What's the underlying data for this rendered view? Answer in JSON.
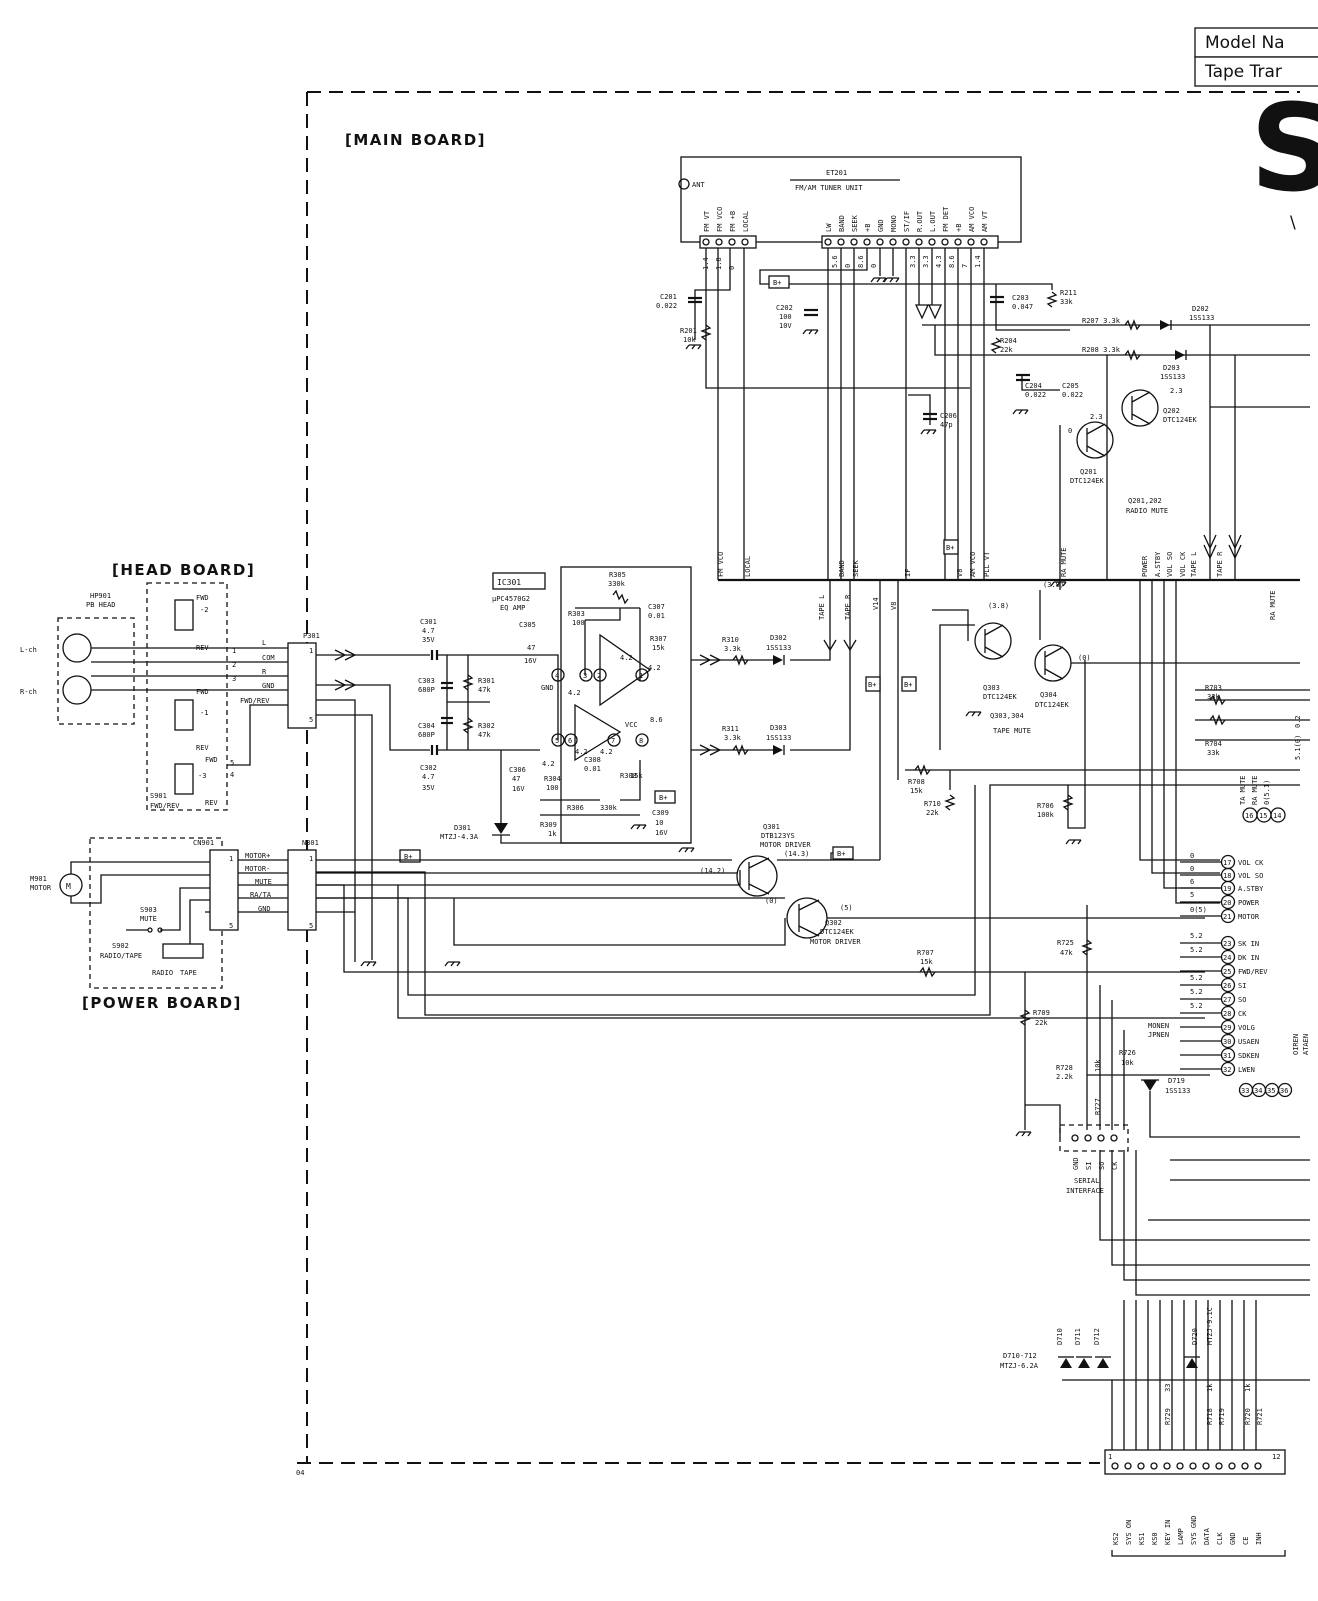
{
  "header": {
    "model_label": "Model Na",
    "mechanism_label": "Tape Trar",
    "big_letter": "S"
  },
  "boards": {
    "main": "[MAIN BOARD]",
    "head": "[HEAD BOARD]",
    "power": "[POWER BOARD]"
  },
  "page_corner": "04",
  "tuner": {
    "ref": "ET201",
    "name": "FM/AM TUNER UNIT",
    "ant": "ANT",
    "pins_left": [
      "FM VT",
      "FM VCO",
      "FM +B",
      "LOCAL"
    ],
    "pins_right": [
      "LW",
      "BAND",
      "SEEK",
      "+B",
      "GND",
      "MONO",
      "ST/IF",
      "R.OUT",
      "L.OUT",
      "FM DET",
      "+B",
      "AM VCO",
      "AM VT"
    ],
    "volt_left": [
      "1.4",
      "1.8",
      "0"
    ],
    "volt_right": [
      "5.6",
      "0",
      "8.6",
      "0",
      "3.3",
      "3.3",
      "4.3",
      "8.6",
      "7",
      "1.4"
    ]
  },
  "ic301": {
    "ref": "IC301",
    "part": "μPC4570G2",
    "function": "EQ AMP",
    "gnd": "GND",
    "vcc": "VCC",
    "pins": [
      "4",
      "3",
      "2",
      "1",
      "5",
      "6",
      "7",
      "8"
    ],
    "volt": [
      "4.2",
      "4.2",
      "4.2",
      "4.2",
      "4.2",
      "4.2",
      "8.6"
    ]
  },
  "components": {
    "c201": "C201",
    "c201v": "0.022",
    "r201": "R201",
    "r201v": "10k",
    "c202": "C202",
    "c202v": "100",
    "c202v2": "10V",
    "c203": "C203",
    "c203v": "0.047",
    "r211": "R211",
    "r211v": "33k",
    "r207": "R207 3.3k",
    "r208": "R208 3.3k",
    "r204": "R204",
    "r204v": "22k",
    "c204": "C204",
    "c204v": "0.022",
    "c205": "C205",
    "c205v": "0.022",
    "c206": "C206",
    "c206v": "47p",
    "d202": "D202",
    "d202v": "1SS133",
    "d203": "D203",
    "d203v": "1SS133",
    "q202": "Q202",
    "q202v": "DTC124EK",
    "q201": "Q201",
    "q201v": "DTC124EK",
    "q201_202": "Q201,202",
    "radio_mute": "RADIO MUTE",
    "v23a": "2.3",
    "v23b": "2.3",
    "v0": "0",
    "c301": "C301",
    "c301v": "4.7",
    "c301v2": "35V",
    "c302": "C302",
    "c302v": "4.7",
    "c302v2": "35V",
    "c303": "C303",
    "c303v": "680P",
    "c304": "C304",
    "c304v": "680P",
    "r301": "R301",
    "r301v": "47k",
    "r302": "R302",
    "r302v": "47k",
    "r305": "R305",
    "r305v": "330k",
    "r303": "R303",
    "r303v": "100",
    "c305": "C305",
    "c305v": "47",
    "c305v2": "16V",
    "c307": "C307",
    "c307v": "0.01",
    "r307": "R307",
    "r307v": "15k",
    "c306": "C306",
    "c306v": "47",
    "c306v2": "16V",
    "r304": "R304",
    "r304v": "100",
    "c308": "C308",
    "c308v": "0.01",
    "r306": "R306",
    "r306v": "330k",
    "r308": "R308",
    "r308v": "15k",
    "r309": "R309",
    "r309v": "1k",
    "c309": "C309",
    "c309v": "10",
    "c309v2": "16V",
    "d301": "D301",
    "d301v": "MTZJ-4.3A",
    "r310": "R310",
    "r310v": "3.3k",
    "r311": "R311",
    "r311v": "3.3k",
    "d302": "D302",
    "d302v": "1SS133",
    "d303": "D303",
    "d303v": "1SS133",
    "q303": "Q303",
    "q303v": "DTC124EK",
    "q304": "Q304",
    "q304v": "DTC124EK",
    "q303_304": "Q303,304",
    "tape_mute": "TAPE MUTE",
    "v38a": "(3.8)",
    "v38b": "(3.8)",
    "v0p": "(0)",
    "q301": "Q301",
    "q301v": "DTB123YS",
    "q301f": "MOTOR DRIVER",
    "q302": "Q302",
    "q302v": "DTC124EK",
    "q302f": "MOTOR DRIVER",
    "v143": "(14.3)",
    "v142": "(14.2)",
    "v0b": "(0)",
    "v5": "(5)",
    "r707": "R707",
    "r707v": "15k",
    "r708": "R708",
    "r708v": "15k",
    "r710": "R710",
    "r710v": "22k",
    "r706": "R706",
    "r706v": "100k",
    "r703": "R703",
    "r703v": "33k",
    "r704": "R704",
    "r704v": "33k",
    "r725": "R725",
    "r725v": "47k",
    "r709": "R709",
    "r709v": "22k",
    "r728": "R728",
    "r728v": "2.2k",
    "r727": "R727",
    "r727v": "10k",
    "r726": "R726",
    "r726v": "10k",
    "d719": "D719",
    "d719v": "1SS133",
    "d710": "D710",
    "d711": "D711",
    "d712": "D712",
    "d710_712": "D710-712",
    "d710_712v": "MTZJ-6.2A",
    "d720": "D720",
    "d720v": "MTZJ-9.1C",
    "r729": "R729",
    "r729v": "33",
    "r718": "R718",
    "r719": "R719",
    "r720": "R720",
    "r721": "R721",
    "r1k": "1k"
  },
  "head_board": {
    "hp901": "HP901",
    "hp901v": "PB HEAD",
    "lch": "L-ch",
    "rch": "R-ch",
    "s901": "S901",
    "s901v": "FWD/REV",
    "fwd": "FWD",
    "rev": "REV",
    "pins": [
      "1",
      "2",
      "3",
      "4",
      "5"
    ],
    "pin_m2": "-2",
    "pin_m1": "-1",
    "pin_m3": "-3"
  },
  "p301": {
    "ref": "P301",
    "labels": [
      "L",
      "COM",
      "R",
      "GND",
      "FWD/REV"
    ],
    "pins": [
      "1",
      "5"
    ]
  },
  "power_board": {
    "m901": "M901",
    "m901v": "MOTOR",
    "cn901": "CN901",
    "labels": [
      "MOTOR+",
      "MOTOR-",
      "MUTE",
      "RA/TA",
      "GND"
    ],
    "pins": [
      "1",
      "5"
    ],
    "s903": "S903",
    "s903v": "MUTE",
    "s902": "S902",
    "s902v": "RADIO/TAPE",
    "radio": "RADIO",
    "tape": "TAPE",
    "n301": "N301"
  },
  "bus": {
    "labels": [
      "FM VCO",
      "LOCAL",
      "BAND",
      "SEEK",
      "IF",
      "V8",
      "AM VCO",
      "PLL VT",
      "RA MUTE",
      "POWER",
      "A.STBY",
      "VOL SO",
      "VOL CK",
      "TAPE L",
      "TAPE R",
      "RA MUTE"
    ],
    "tape_l": "TAPE L",
    "tape_r": "TAPE R",
    "v14": "V14",
    "v8": "V8"
  },
  "b_plus": "B+",
  "mcu": {
    "pin_nums": [
      "17",
      "18",
      "19",
      "20",
      "21",
      "23",
      "24",
      "25",
      "26",
      "27",
      "28",
      "29",
      "30",
      "31",
      "32"
    ],
    "pin_labels": [
      "VOL CK",
      "VOL SO",
      "A.STBY",
      "POWER",
      "MOTOR",
      "SK IN",
      "DK IN",
      "FWD/REV",
      "SI",
      "SO",
      "CK",
      "VOLG",
      "USAEN",
      "SDKEN",
      "LWEN"
    ],
    "volts": [
      "0",
      "0",
      "6",
      "5",
      "0(5)",
      "5.2",
      "5.2",
      "5.2",
      "5.2",
      "5.2"
    ],
    "top_pins": [
      "16",
      "15",
      "14"
    ],
    "top_labels": [
      "TA MUTE",
      "RA MUTE",
      "0(5.1)"
    ],
    "side": [
      "5.1(0)",
      "0.2"
    ],
    "bottom_pins": [
      "33",
      "34",
      "35",
      "36"
    ],
    "vertical": [
      "OIREN",
      "ATAEN"
    ],
    "monen": "MONEN",
    "jpnen": "JPNEN"
  },
  "serial": {
    "pins": [
      "GND",
      "SI",
      "SO",
      "CK"
    ],
    "title1": "SERIAL",
    "title2": "INTERFACE"
  },
  "connector_bottom": {
    "pin_first": "1",
    "pin_last": "12",
    "labels": [
      "KS2",
      "SYS ON",
      "KS1",
      "KS0",
      "KEY IN",
      "LAMP",
      "SYS GND",
      "DATA",
      "CLK",
      "GND",
      "CE",
      "INH"
    ]
  }
}
